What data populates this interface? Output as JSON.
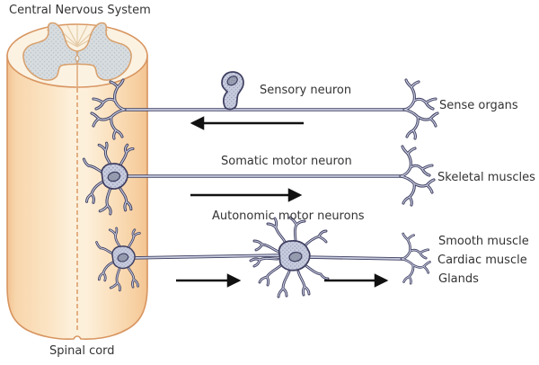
{
  "diagram": {
    "title": "Central Nervous System",
    "spinal_cord_label": "Spinal cord",
    "pathways": {
      "sensory": {
        "neuron_label": "Sensory neuron",
        "target_label": "Sense organs",
        "arrow_direction": "left"
      },
      "somatic": {
        "neuron_label": "Somatic motor neuron",
        "target_label": "Skeletal muscles",
        "arrow_direction": "right"
      },
      "autonomic": {
        "neuron_label": "Autonomic motor neurons",
        "targets": {
          "line1": "Smooth muscle",
          "line2": "Cardiac muscle",
          "line3": "Glands"
        },
        "arrow_direction": "right"
      }
    },
    "colors": {
      "background": "#FFFFFF",
      "cord_fill_light": "#FDF0DB",
      "cord_fill_dark": "#F2C391",
      "cord_outline": "#D89560",
      "cross_section_fill": "#FBF2E2",
      "gray_matter_fill": "#D7DCDF",
      "gray_matter_outline": "#D8A06C",
      "neuron_fill": "#C8CCDF",
      "neuron_outline": "#3E3E60",
      "nucleus_fill": "#9AA0B2",
      "arrow_color": "#111111",
      "text_color": "#333333"
    }
  }
}
